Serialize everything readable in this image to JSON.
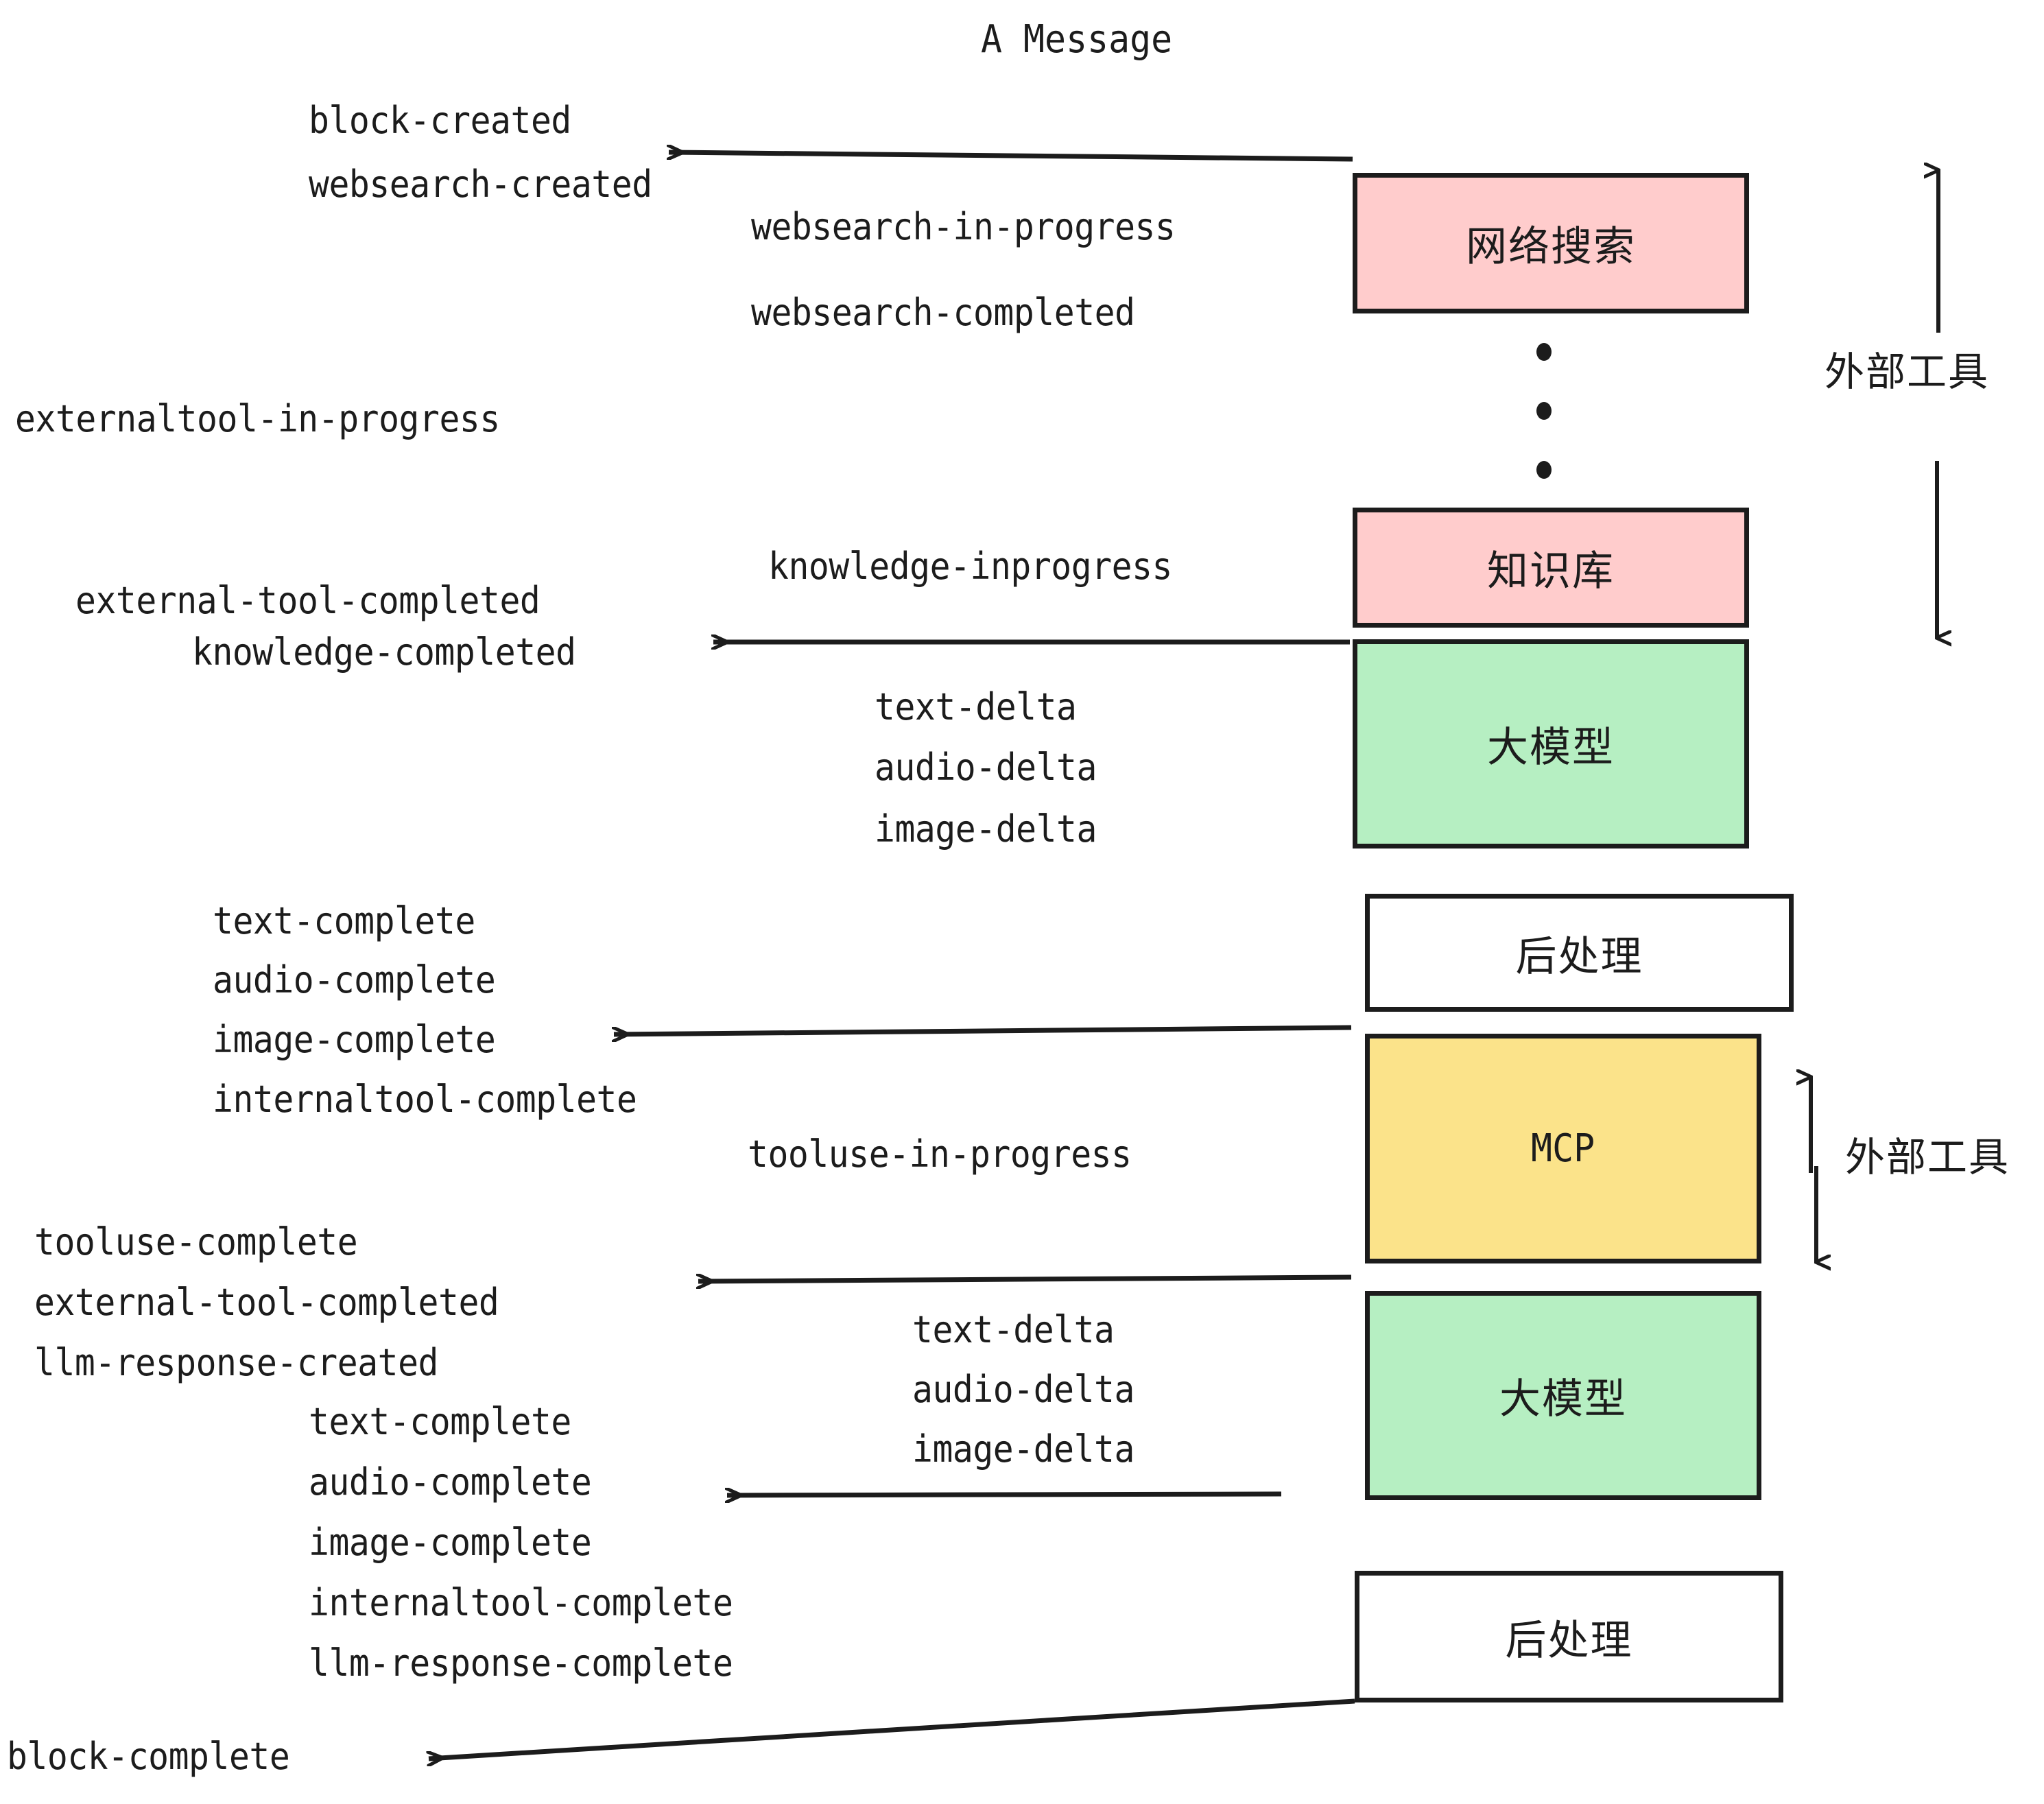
{
  "title": "A Message",
  "colors": {
    "external_tool": "#ffcccc",
    "llm": "#b6efc2",
    "mcp": "#fbe38a",
    "postprocess": "#ffffff",
    "stroke": "#1c1c1c"
  },
  "nodes": [
    {
      "id": "websearch",
      "label": "网络搜索",
      "kind": "external-tool"
    },
    {
      "id": "knowledge",
      "label": "知识库",
      "kind": "external-tool"
    },
    {
      "id": "llm-1",
      "label": "大模型",
      "kind": "llm"
    },
    {
      "id": "postprocess-1",
      "label": "后处理",
      "kind": "postprocess"
    },
    {
      "id": "mcp",
      "label": "MCP",
      "kind": "mcp"
    },
    {
      "id": "llm-2",
      "label": "大模型",
      "kind": "llm"
    },
    {
      "id": "postprocess-2",
      "label": "后处理",
      "kind": "postprocess"
    }
  ],
  "side_annotations": [
    {
      "id": "ext-tool-top",
      "label": "外部工具"
    },
    {
      "id": "ext-tool-bottom",
      "label": "外部工具"
    }
  ],
  "events": {
    "block_created": "block-created",
    "websearch_created": "websearch-created",
    "websearch_in_progress": "websearch-in-progress",
    "websearch_completed": "websearch-completed",
    "externaltool_in_progress": "externaltool-in-progress",
    "knowledge_inprogress": "knowledge-inprogress",
    "external_tool_completed_1": "external-tool-completed",
    "knowledge_completed": "knowledge-completed",
    "text_delta_1": "text-delta",
    "audio_delta_1": "audio-delta",
    "image_delta_1": "image-delta",
    "text_complete_1": "text-complete",
    "audio_complete_1": "audio-complete",
    "image_complete_1": "image-complete",
    "internaltool_complete_1": "internaltool-complete",
    "tooluse_in_progress": "tooluse-in-progress",
    "tooluse_complete": "tooluse-complete",
    "external_tool_completed_2": "external-tool-completed",
    "llm_response_created": "llm-response-created",
    "text_delta_2": "text-delta",
    "audio_delta_2": "audio-delta",
    "image_delta_2": "image-delta",
    "text_complete_2": "text-complete",
    "audio_complete_2": "audio-complete",
    "image_complete_2": "image-complete",
    "internaltool_complete_2": "internaltool-complete",
    "llm_response_complete": "llm-response-complete",
    "block_complete": "block-complete"
  }
}
